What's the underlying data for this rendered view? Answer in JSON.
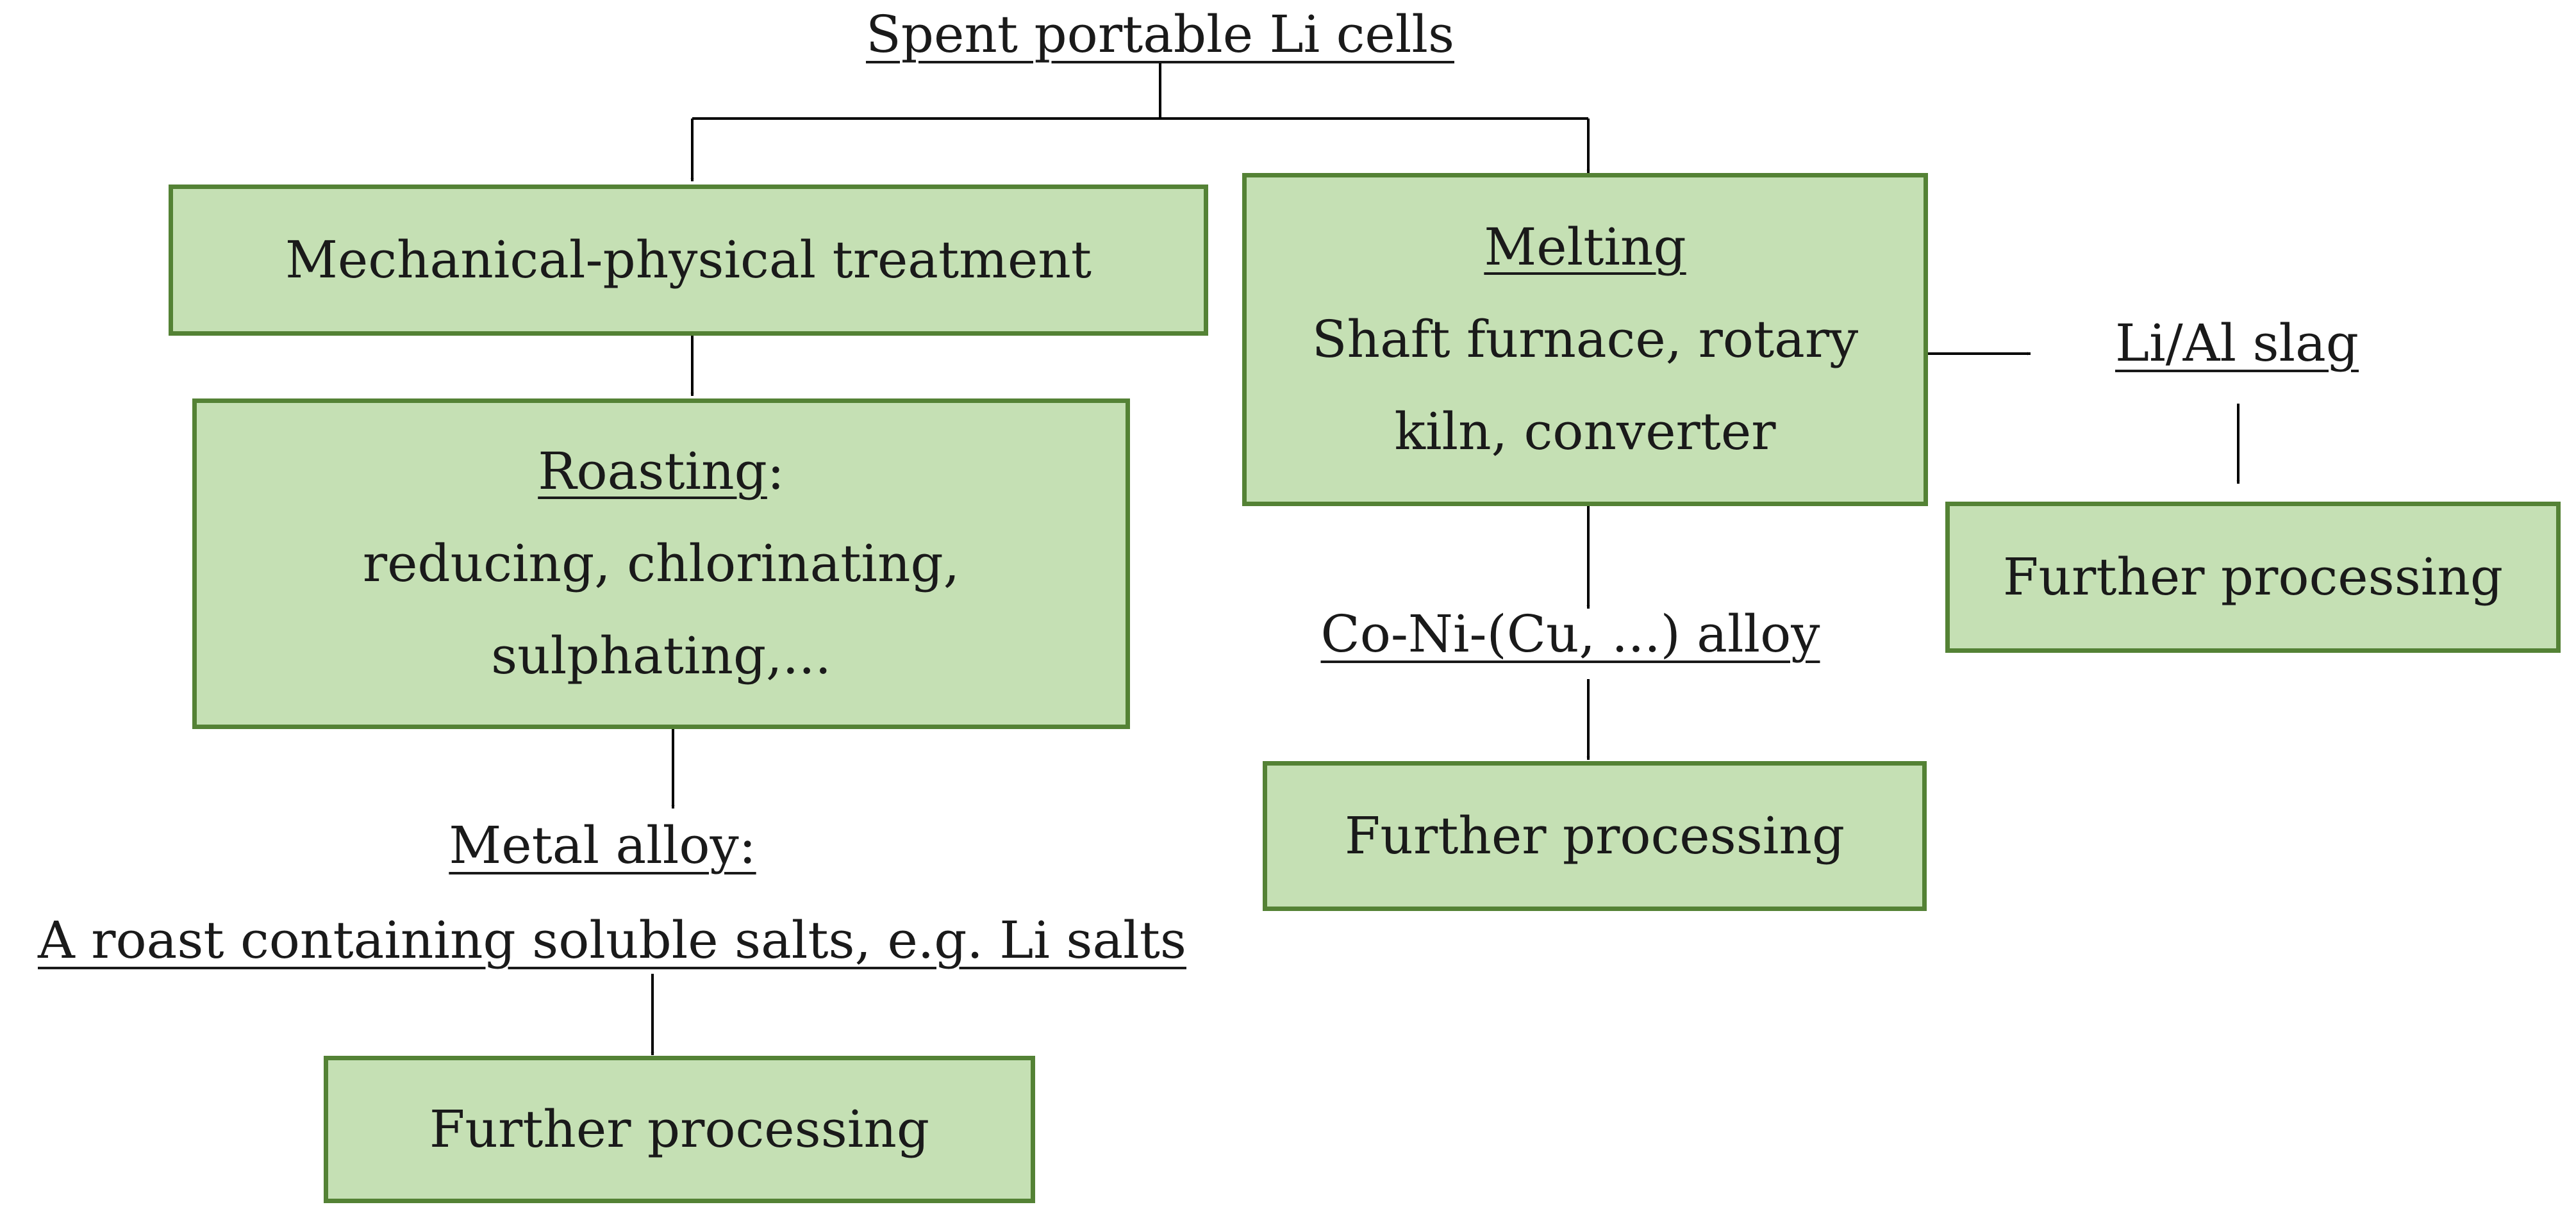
{
  "source": {
    "label": "Spent portable Li cells"
  },
  "mechanical": {
    "label": "Mechanical-physical treatment"
  },
  "roasting": {
    "title": "Roasting",
    "title_suffix": ":",
    "line1": "reducing, chlorinating,",
    "line2": "sulphating,..."
  },
  "metal_alloy": {
    "label": "Metal alloy:",
    "description": "A roast containing soluble salts, e.g. Li salts"
  },
  "melting": {
    "title": "Melting",
    "line1": "Shaft furnace, rotary",
    "line2": "kiln, converter"
  },
  "slag": {
    "label": "Li/Al slag"
  },
  "alloy": {
    "label": "Co-Ni-(Cu, ...) alloy"
  },
  "further": {
    "left": "Further processing",
    "middle": "Further processing",
    "right": "Further processing"
  },
  "colors": {
    "box_fill": "#c5e0b4",
    "box_border": "#548235",
    "line": "#000000"
  }
}
